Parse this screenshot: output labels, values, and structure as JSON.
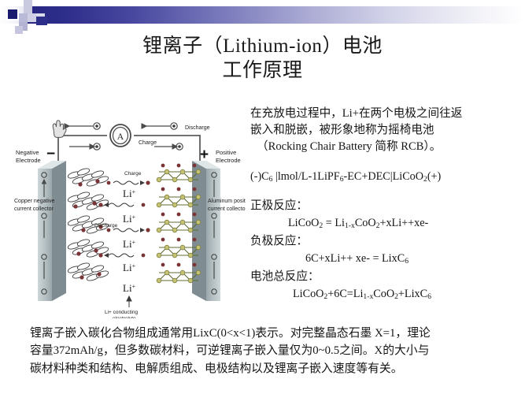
{
  "slide": {
    "title_lines": [
      "锂离子（Lithium-ion）电池",
      "工作原理"
    ]
  },
  "header": {
    "accent_dark": "#262681",
    "accent_mid": "#7a7abc",
    "accent_light": "#d5d5ea"
  },
  "intro": {
    "lines": [
      "在充放电过程中，Li+在两个电极之间往返",
      "嵌入和脱嵌，被形象地称为摇椅电池",
      "（Rocking Chair Battery 简称 RCB）。"
    ]
  },
  "cell_formula": {
    "prefix": "(-)C",
    "c_sub": "6",
    "middle": " |lmol/L-1LiPF",
    "pf_sub": "6",
    "middle2": "-EC+DEC|LiCoO",
    "o_sub": "2",
    "suffix": "(+)"
  },
  "reactions": [
    {
      "label": "正极反应：",
      "equation": "LiCoO2 = Li1-xCoO2+xLi++xe-"
    },
    {
      "label": "负极反应：",
      "equation": "6C+xLi++ xe- = LixC6"
    },
    {
      "label": "电池总反应：",
      "equation": "LiCoO2+6C=Li1-xCoO2+LixC6"
    }
  ],
  "bottom_note": {
    "lines": [
      "锂离子嵌入碳化合物组成通常用LixC(0<x<1)表示。对完整晶态石墨 X=1，理论",
      "容量372mAh/g，但多数碳材料，可逆锂离子嵌入量仅为0~0.5之间。X的大小与",
      "碳材料种类和结构、电解质组成、电极结构以及锂离子嵌入速度等有关。"
    ]
  },
  "diagram": {
    "labels": {
      "negative_electrode": "Negative\nElectrode",
      "positive_electrode": "Positive\nElectrode",
      "copper_collector": "Copper negative\ncurrent collector",
      "aluminum_collector": "Aluminum positive\ncurrent collector",
      "ammeter": "A",
      "discharge": "Discharge",
      "charge": "Charge",
      "electrolyte": "Li+ conducting\nelectrolyte",
      "ion": "Li",
      "ion_sup": "+",
      "minus": "−",
      "plus": "+"
    },
    "colors": {
      "electrode_slab": "#b9c3c6",
      "electrode_slab_dark": "#7b8a90",
      "cathode_green": "#7e8f4e",
      "cathode_olive": "#c6c473",
      "anode_dark": "#7a3436",
      "wire": "#5a5a5a"
    }
  }
}
